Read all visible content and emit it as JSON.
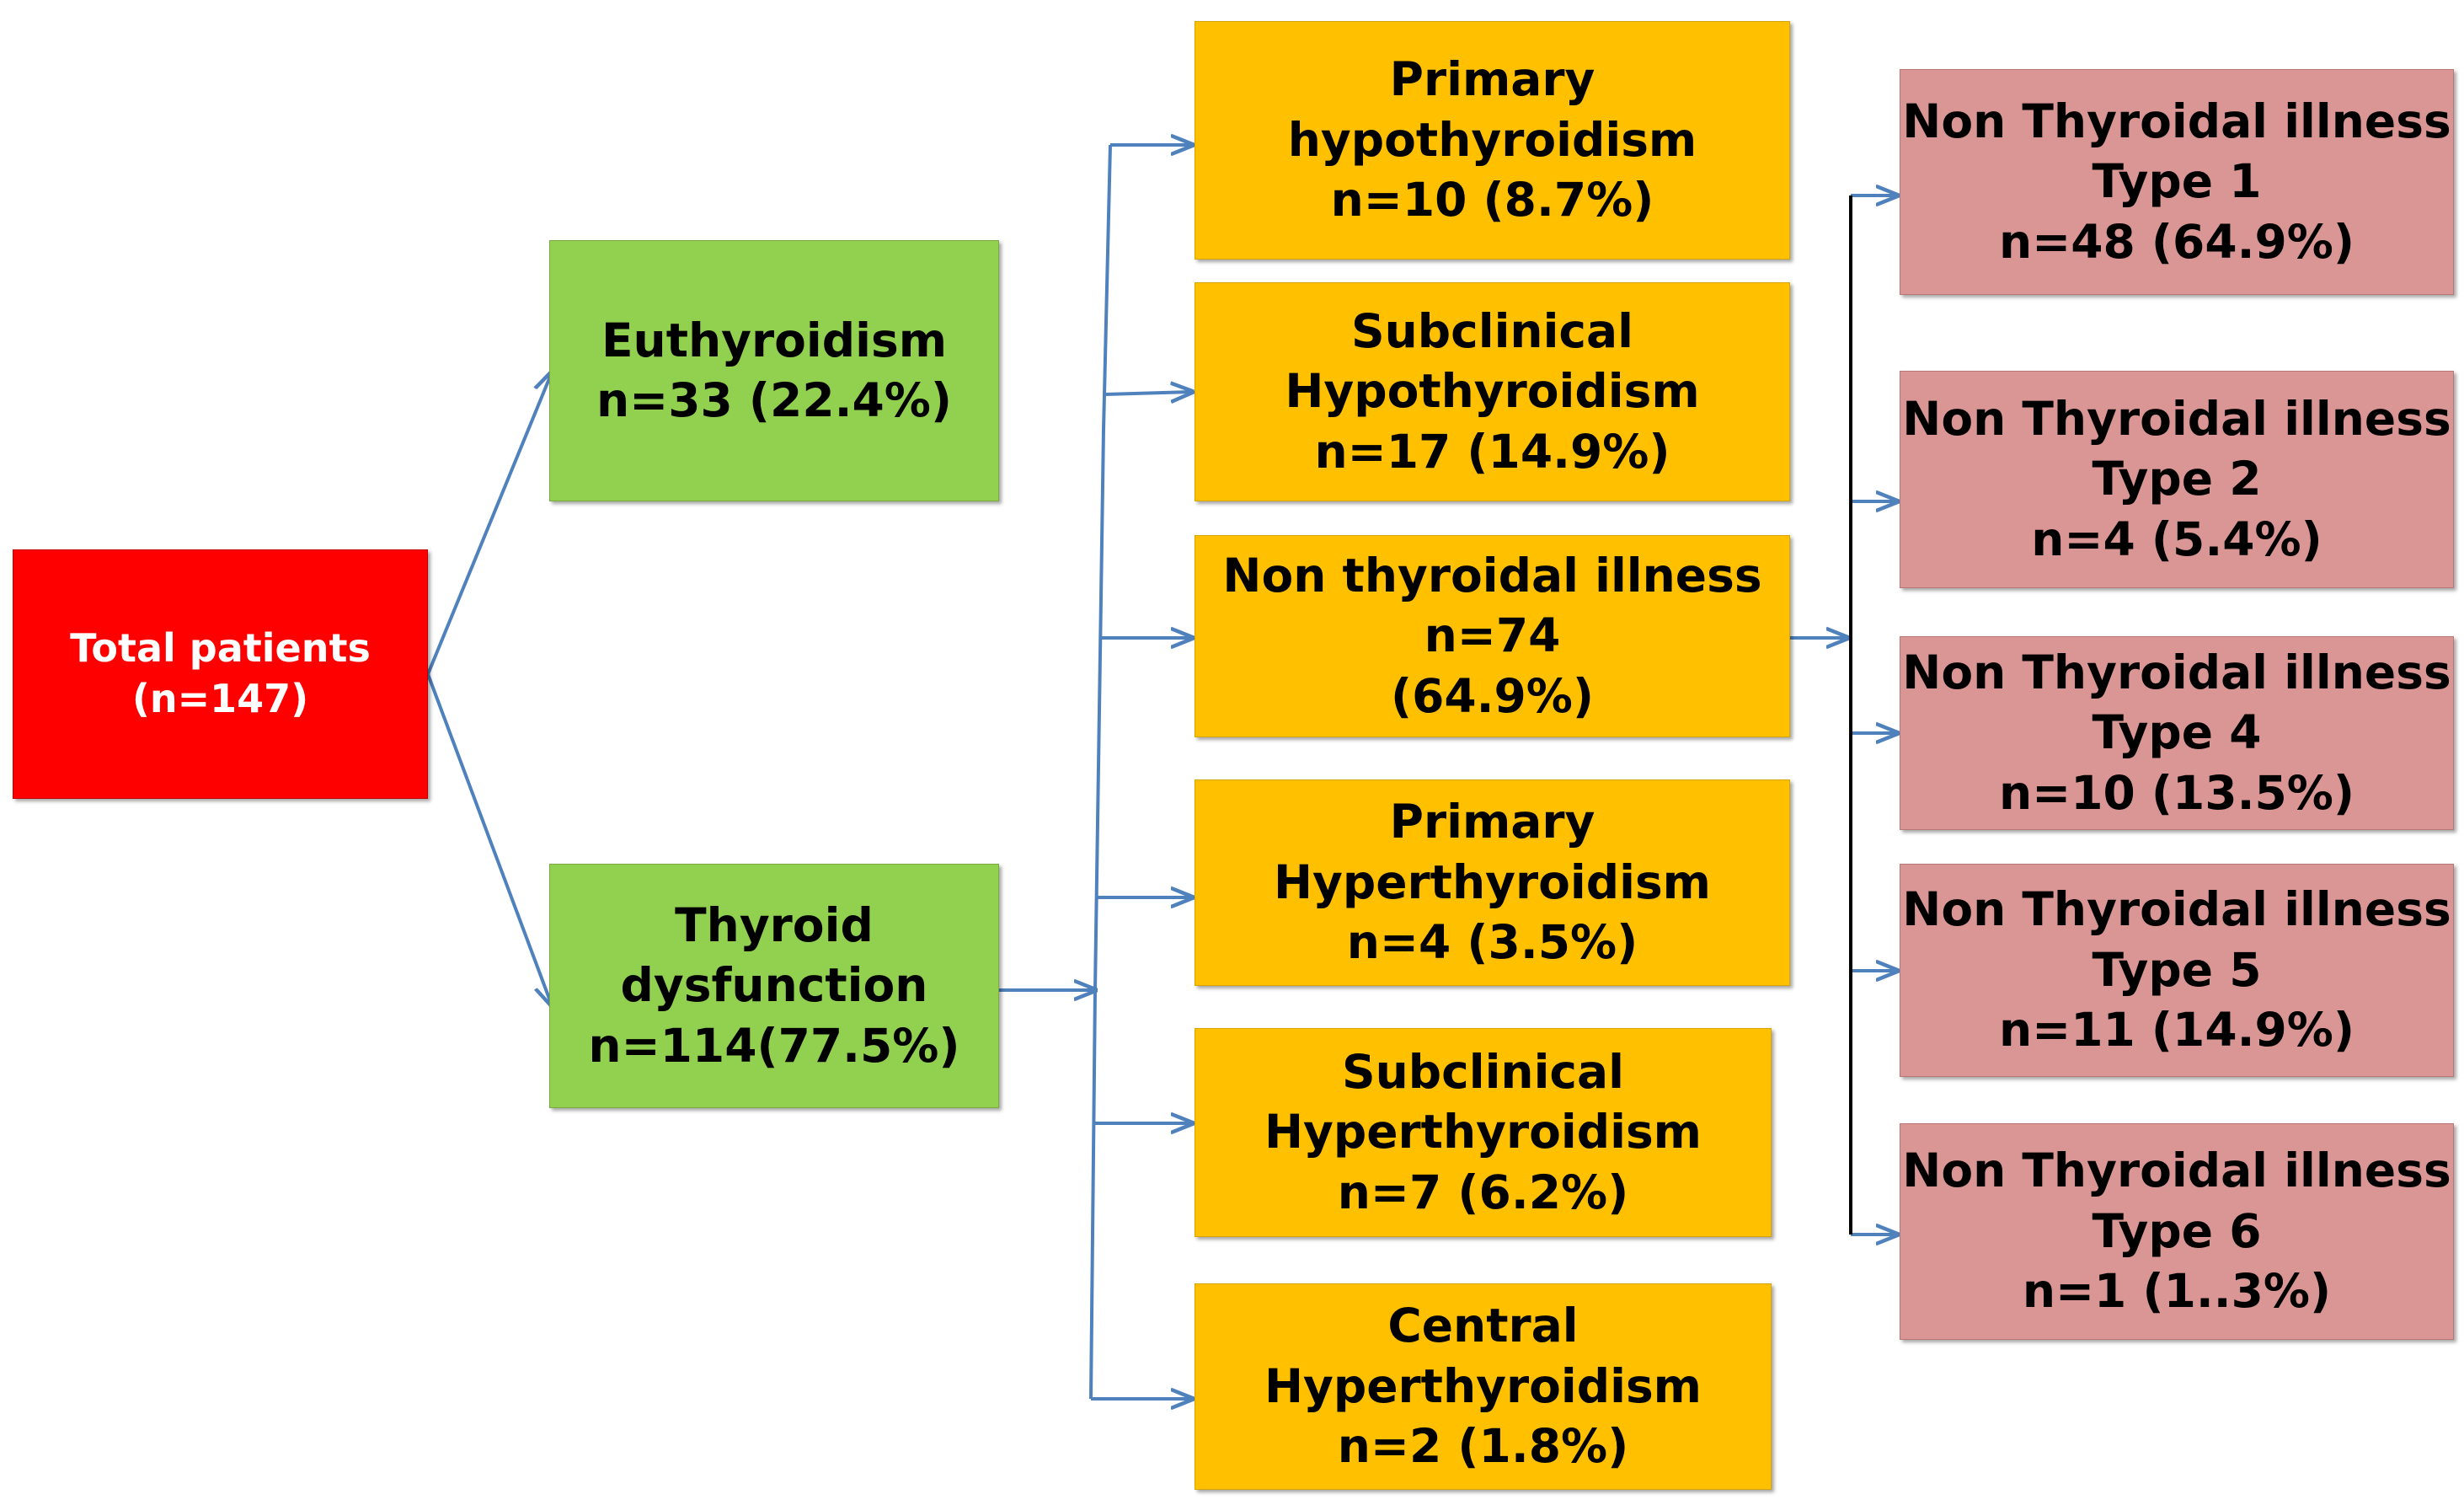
{
  "nodes": {
    "total": {
      "lines": [
        "Total patients",
        "(n=147)"
      ],
      "color": "#ff0000"
    },
    "euthyroid": {
      "lines": [
        "Euthyroidism",
        "n=33 (22.4%)"
      ],
      "color": "#92d050"
    },
    "dysfunction": {
      "lines": [
        "Thyroid",
        "dysfunction",
        "n=114(77.5%)"
      ],
      "color": "#92d050"
    },
    "primary_hypo": {
      "lines": [
        "Primary",
        "hypothyroidism",
        "n=10 (8.7%)"
      ],
      "color": "#ffc000"
    },
    "subclinical_hypo": {
      "lines": [
        "Subclinical",
        "Hypothyroidism",
        "n=17 (14.9%)"
      ],
      "color": "#ffc000"
    },
    "non_thyroidal": {
      "lines": [
        "Non thyroidal illness",
        "n=74",
        "(64.9%)"
      ],
      "color": "#ffc000"
    },
    "primary_hyper": {
      "lines": [
        "Primary",
        "Hyperthyroidism",
        "n=4 (3.5%)"
      ],
      "color": "#ffc000"
    },
    "subclinical_hyper": {
      "lines": [
        "Subclinical",
        "Hyperthyroidism",
        "n=7 (6.2%)"
      ],
      "color": "#ffc000"
    },
    "central_hyper": {
      "lines": [
        "Central",
        "Hyperthyroidism",
        "n=2 (1.8%)"
      ],
      "color": "#ffc000"
    },
    "nti_type1": {
      "lines": [
        "Non Thyroidal illness",
        "Type 1",
        "n=48 (64.9%)"
      ],
      "color": "#da9694"
    },
    "nti_type2": {
      "lines": [
        "Non Thyroidal illness",
        "Type 2",
        "n=4 (5.4%)"
      ],
      "color": "#da9694"
    },
    "nti_type4": {
      "lines": [
        "Non Thyroidal illness",
        "Type 4",
        "n=10 (13.5%)"
      ],
      "color": "#da9694"
    },
    "nti_type5": {
      "lines": [
        "Non Thyroidal illness",
        "Type 5",
        "n=11 (14.9%)"
      ],
      "color": "#da9694"
    },
    "nti_type6": {
      "lines": [
        "Non Thyroidal illness",
        "Type 6",
        "n=1  (1..3%)"
      ],
      "color": "#da9694"
    }
  },
  "connector_colors": {
    "blue": "#4f81bd",
    "black": "#000000"
  }
}
